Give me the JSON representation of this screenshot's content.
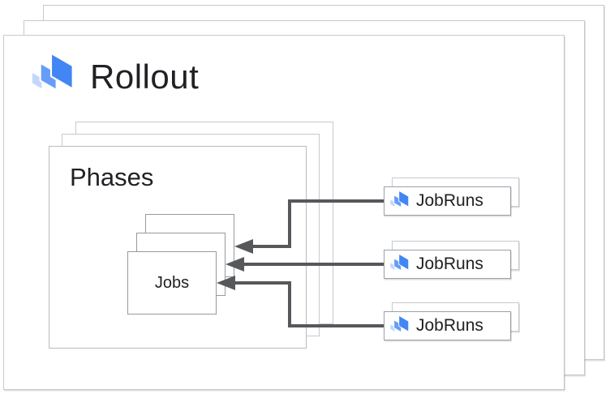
{
  "rollout": {
    "label": "Rollout",
    "icon": "cloud-deploy-icon",
    "stack_count": 3
  },
  "phases": {
    "label": "Phases",
    "stack_count": 3
  },
  "jobs": {
    "label": "Jobs",
    "stack_count": 3
  },
  "jobruns": [
    {
      "label": "JobRuns",
      "icon": "cloud-deploy-icon",
      "stack_count": 2
    },
    {
      "label": "JobRuns",
      "icon": "cloud-deploy-icon",
      "stack_count": 2
    },
    {
      "label": "JobRuns",
      "icon": "cloud-deploy-icon",
      "stack_count": 2
    }
  ],
  "connections": [
    {
      "from": "jobruns-1",
      "to": "jobs",
      "shape": "elbow-down",
      "direction": "left"
    },
    {
      "from": "jobruns-2",
      "to": "jobs",
      "shape": "straight",
      "direction": "left"
    },
    {
      "from": "jobruns-3",
      "to": "jobs",
      "shape": "elbow-up",
      "direction": "left"
    }
  ],
  "colors": {
    "text": "#202124",
    "arrow": "#56585B",
    "border_light": "#C7C9CC",
    "border_medium": "#9AA0A6",
    "border_jobs": "#97999C",
    "icon_large": "#4285F4",
    "icon_medium": "#669DF6",
    "icon_small": "#C3D7FB",
    "background": "#FFFFFF"
  }
}
